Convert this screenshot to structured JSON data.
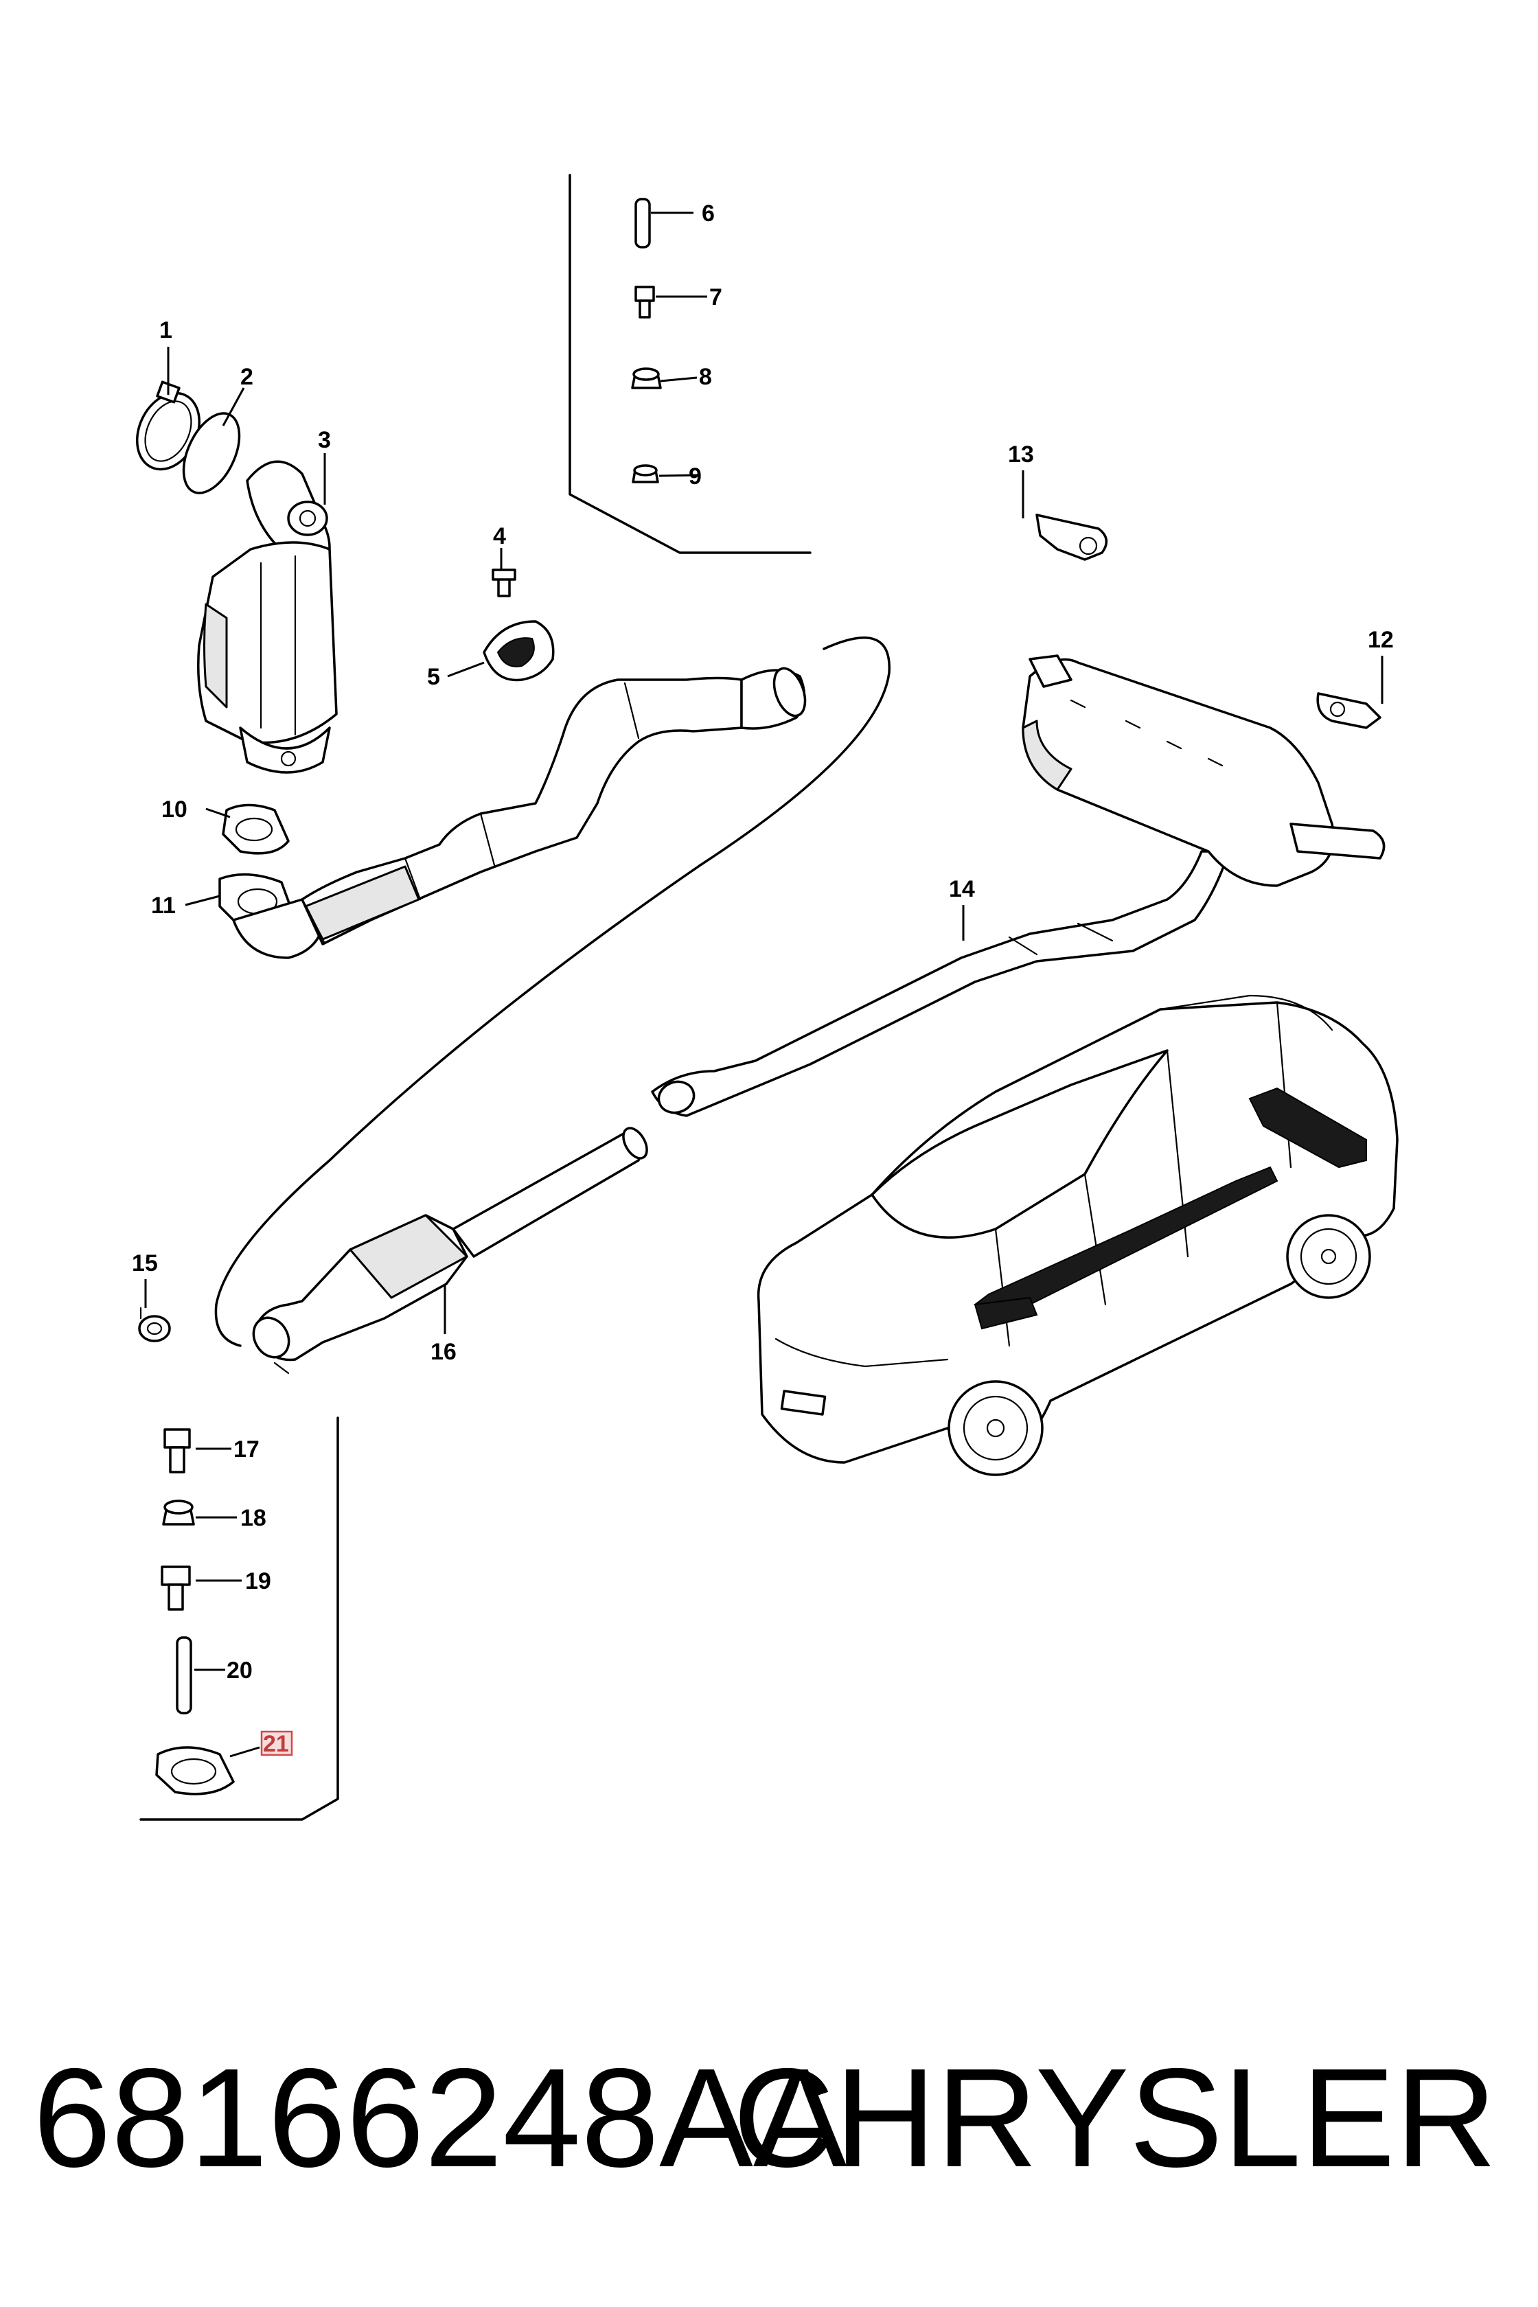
{
  "callouts": {
    "c1": "1",
    "c2": "2",
    "c3": "3",
    "c4": "4",
    "c5": "5",
    "c6": "6",
    "c7": "7",
    "c8": "8",
    "c9": "9",
    "c10": "10",
    "c11": "11",
    "c12": "12",
    "c13": "13",
    "c14": "14",
    "c15": "15",
    "c16": "16",
    "c17": "17",
    "c18": "18",
    "c19": "19",
    "c20": "20",
    "c21": "21"
  },
  "highlighted_callout": "21",
  "highlight_color": "#d14a4a",
  "footer": {
    "part_number": "68166248AA",
    "brand": "CHRYSLER"
  }
}
